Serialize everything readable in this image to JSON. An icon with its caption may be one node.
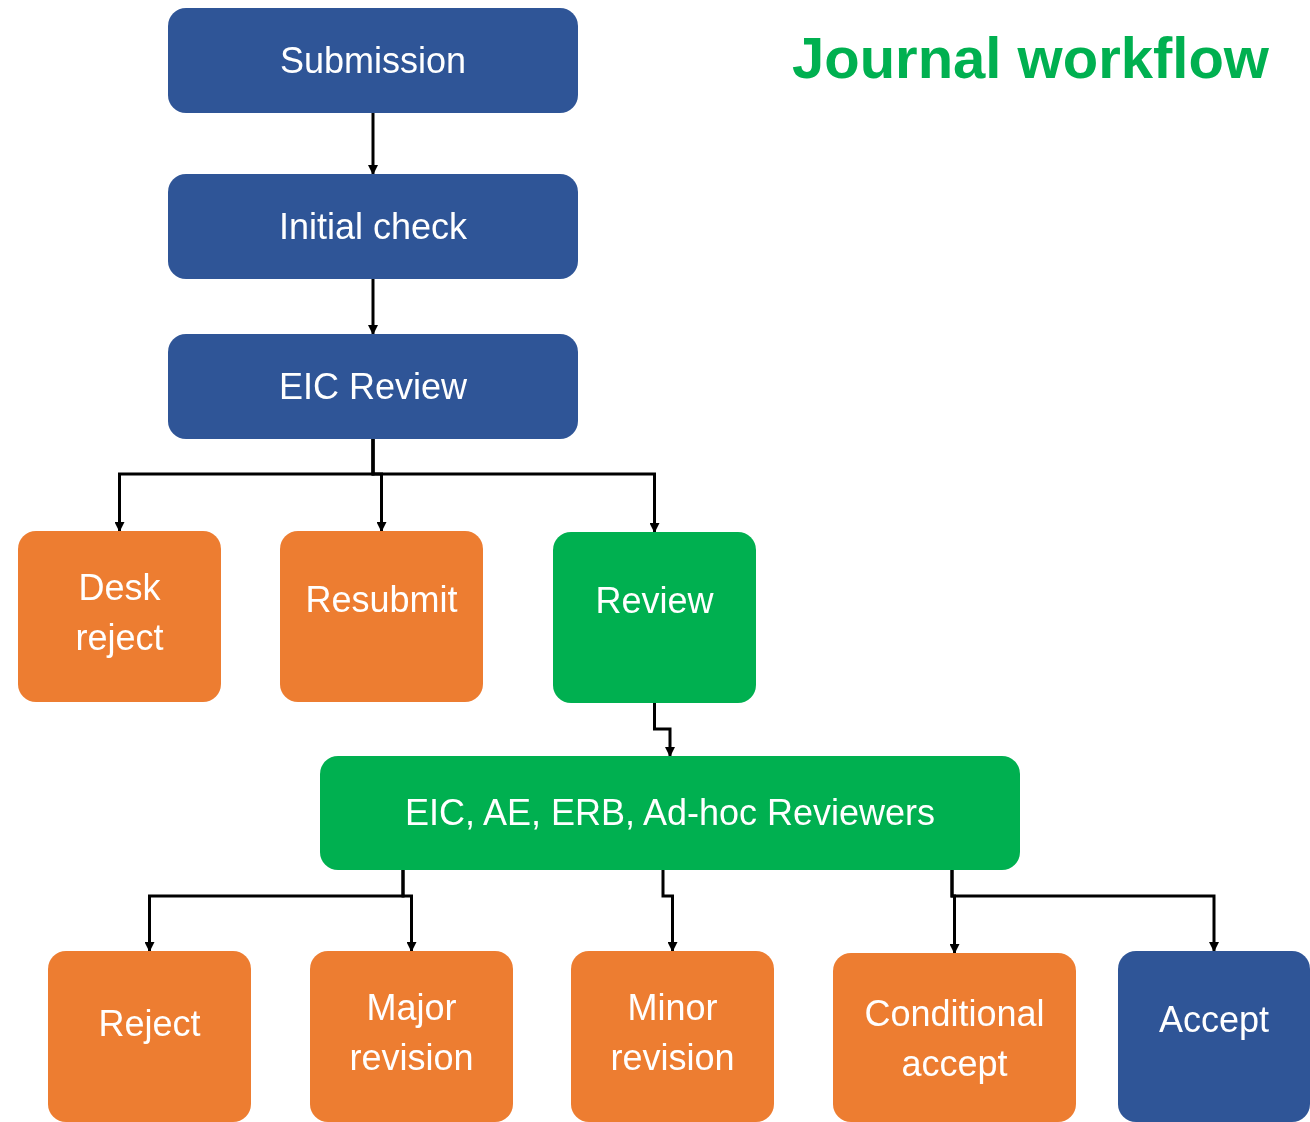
{
  "diagram": {
    "title": "Journal workflow",
    "nodes": [
      {
        "text": [
          "Submission"
        ]
      },
      {
        "text": [
          "Initial check"
        ]
      },
      {
        "text": [
          "EIC Review"
        ]
      },
      {
        "text": [
          "Desk reject"
        ]
      },
      {
        "text": [
          "Resubmit"
        ]
      },
      {
        "text": [
          "Review"
        ]
      },
      {
        "text": [
          "EIC, AE, ERB, Ad-hoc Reviewers"
        ]
      },
      {
        "text": [
          "Reject"
        ]
      },
      {
        "text": [
          "Major revision"
        ]
      },
      {
        "text": [
          "Minor revision"
        ]
      },
      {
        "text": [
          "Conditional accept"
        ]
      },
      {
        "text": [
          "Accept"
        ]
      }
    ],
    "edges": [
      {
        "from": 0,
        "to": 1,
        "arrow": "to"
      },
      {
        "from": 1,
        "to": 2,
        "arrow": "to"
      },
      {
        "from": 2,
        "to": 3,
        "arrow": "to"
      },
      {
        "from": 2,
        "to": 4,
        "arrow": "to"
      },
      {
        "from": 2,
        "to": 5,
        "arrow": "to"
      },
      {
        "from": 5,
        "to": 6,
        "arrow": "to"
      },
      {
        "from": 6,
        "to": 7,
        "arrow": "to"
      },
      {
        "from": 6,
        "to": 8,
        "arrow": "to"
      },
      {
        "from": 6,
        "to": 9,
        "arrow": "to"
      },
      {
        "from": 6,
        "to": 10,
        "arrow": "to"
      },
      {
        "from": 6,
        "to": 11,
        "arrow": "to"
      }
    ]
  }
}
